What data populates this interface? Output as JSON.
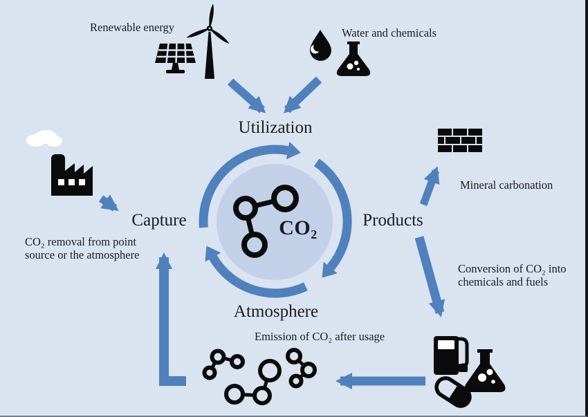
{
  "colors": {
    "background": "#dae3f0",
    "accent": "#4f81bd",
    "inner_circle": "#c2d1e8",
    "ink": "#1c1c1c",
    "icon": "#0b0b0b"
  },
  "cycle": {
    "center_label": "CO₂",
    "stages": {
      "utilization": "Utilization",
      "products": "Products",
      "atmosphere": "Atmosphere",
      "capture": "Capture"
    }
  },
  "annotations": {
    "renewable_energy": "Renewable energy",
    "water_and_chemicals": "Water and chemicals",
    "mineral_carbonation": "Mineral carbonation",
    "conversion": "Conversion of CO₂ into chemicals and fuels",
    "co2_removal": "CO₂ removal from point source or the atmosphere",
    "emission": "Emission of CO₂ after usage"
  },
  "icons": {
    "wind_turbine": "wind-turbine-icon",
    "solar_panel": "solar-panel-icon",
    "water_drop": "water-drop-icon",
    "chemical_flask": "erlenmeyer-flask-icon",
    "factory": "factory-icon",
    "cloud": "cloud-icon",
    "brick_wall": "brick-wall-icon",
    "fuel_pump": "fuel-pump-icon",
    "pill_capsule": "pill-capsule-icon",
    "co2_molecule": "co2-molecule-icon"
  }
}
